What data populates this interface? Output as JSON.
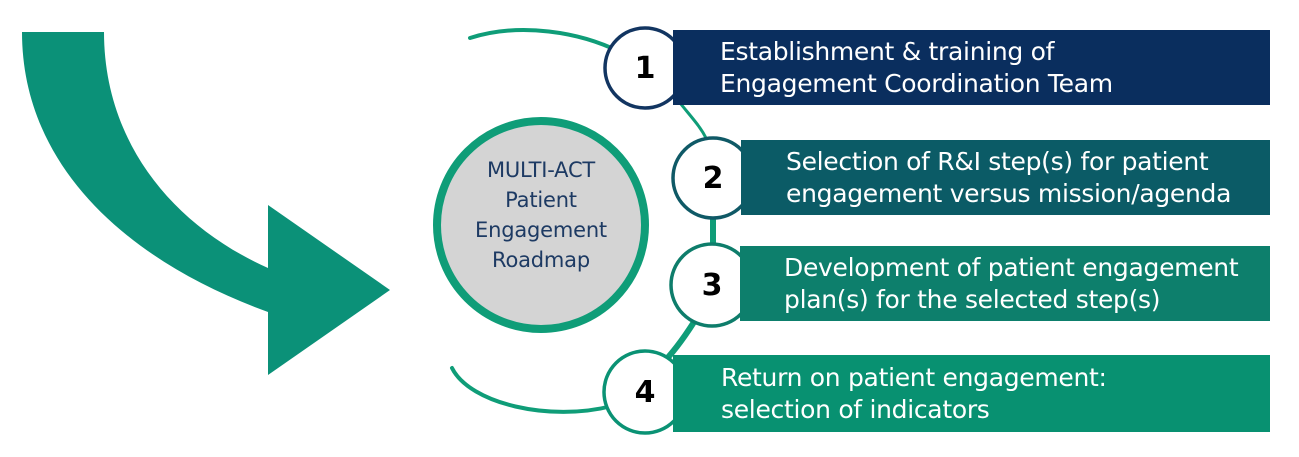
{
  "diagram": {
    "title_hub": {
      "lines": [
        "MULTI-ACT",
        "Patient",
        "Engagement",
        "Roadmap"
      ],
      "fill_color": "#d4d4d4",
      "ring_color": "#0f9d78",
      "text_color": "#1d3a63"
    },
    "arrow": {
      "name": "curved-green-arrow",
      "color": "#0b9178"
    },
    "steps": [
      {
        "number": "1",
        "lines": [
          "Establishment & training of",
          "Engagement Coordination Team"
        ],
        "banner_color": "#0a2e5e",
        "circle_border_color": "#123561",
        "connector_color": "#0f9d78"
      },
      {
        "number": "2",
        "lines": [
          "Selection of R&I step(s) for patient",
          "engagement versus mission/agenda"
        ],
        "banner_color": "#0b5b66",
        "circle_border_color": "#0f5966",
        "connector_color": "#0f9d78"
      },
      {
        "number": "3",
        "lines": [
          "Development of patient engagement",
          "plan(s) for the selected step(s)"
        ],
        "banner_color": "#0d7f6c",
        "circle_border_color": "#0e7d6b",
        "connector_color": "#0f9d78"
      },
      {
        "number": "4",
        "lines": [
          "Return on patient engagement:",
          "selection of indicators"
        ],
        "banner_color": "#089171",
        "circle_border_color": "#0a9274",
        "connector_color": "#0f9d78"
      }
    ]
  }
}
